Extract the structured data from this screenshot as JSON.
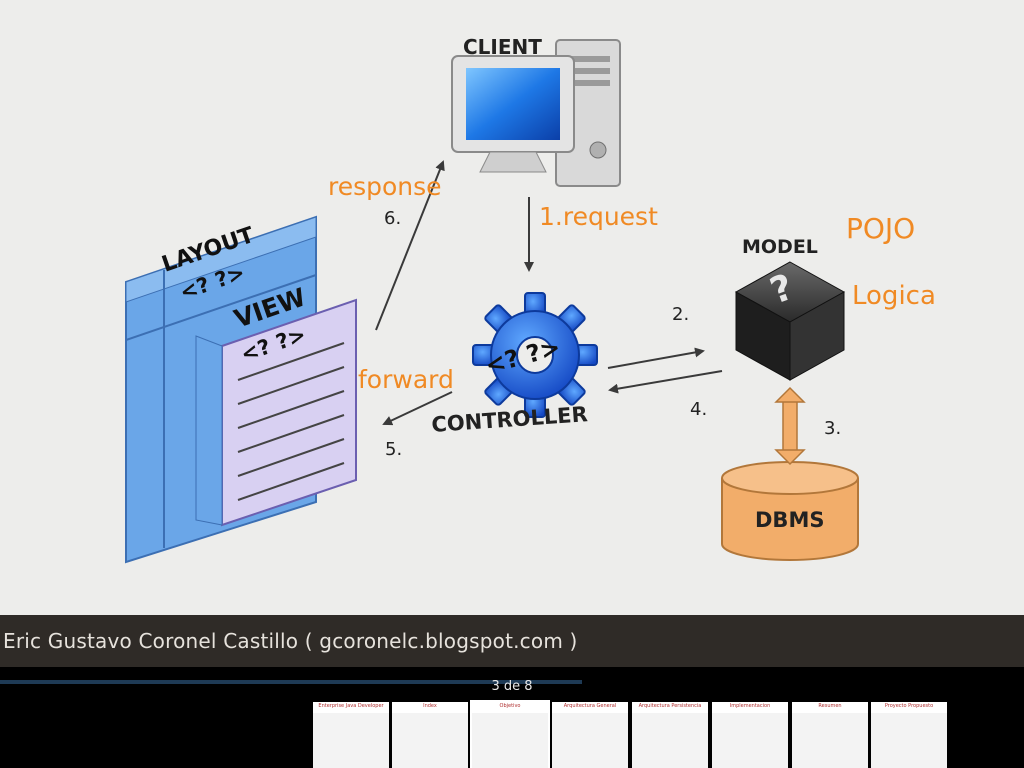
{
  "diagram": {
    "client_label": "CLIENT",
    "request_label": "1.request",
    "model_label": "MODEL",
    "pojo_label": "POJO",
    "logica_label": "Logica",
    "response_label": "response",
    "step6": "6.",
    "layout_label": "LAYOUT",
    "layout_code": "<? ?>",
    "view_label": "VIEW",
    "view_code": "<? ?>",
    "controller_label": "CONTROLLER",
    "controller_code": "<? ?>",
    "forward_label": "forward",
    "step2": "2.",
    "step3": "3.",
    "step4": "4.",
    "step5": "5.",
    "dbms_label": "DBMS",
    "model_code": "?"
  },
  "caption": "Eric Gustavo Coronel Castillo ( gcoronelc.blogspot.com )",
  "slideshow": {
    "counter": "3 de 8",
    "current": 3,
    "total": 8
  },
  "thumbnails": [
    {
      "title": "Enterprise Java Developer"
    },
    {
      "title": "Index"
    },
    {
      "title": "Objetivo"
    },
    {
      "title": "Arquitectura General"
    },
    {
      "title": "Arquitectura Persistencia"
    },
    {
      "title": "Implementacion"
    },
    {
      "title": "Resumen"
    },
    {
      "title": "Proyecto Propuesto"
    }
  ],
  "colors": {
    "accent_orange": "#f08a24",
    "monitor_blue": "#1e78e6",
    "gear_blue": "#1f5fd6",
    "layout_blue": "#6aa6e8",
    "view_lavender": "#d8d0f2",
    "dbms_orange": "#f2ad6a"
  }
}
